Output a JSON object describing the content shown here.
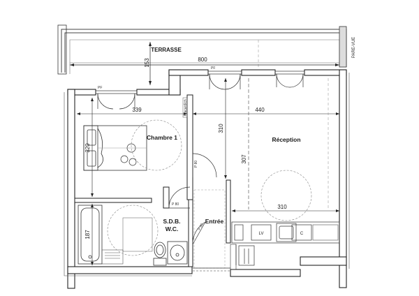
{
  "plan": {
    "rooms": {
      "terrace": "TERRASSE",
      "bedroom": "Chambre 1",
      "reception": "Réception",
      "bathroom_line1": "S.D.B.",
      "bathroom_line2": "W.C.",
      "entry": "Entrée"
    },
    "dimensions": {
      "terrace_width": "800",
      "terrace_depth": "153",
      "bedroom_width": "339",
      "bedroom_depth": "320",
      "reception_width": "440",
      "reception_depth_left": "310",
      "reception_depth_right": "307",
      "kitchen_width": "310",
      "bathroom_depth": "187"
    },
    "labels": {
      "pare_vue": "PARE-VUE",
      "kitchen_lv": "LV",
      "kitchen_c": "C",
      "door_p80_bedroom": "P 80",
      "door_p80_bathroom": "P 80",
      "door_p80_entry": "P 80",
      "door_pf_left": "PF",
      "door_pf_right": "PF",
      "wall_tag": "Placard/ch"
    }
  }
}
